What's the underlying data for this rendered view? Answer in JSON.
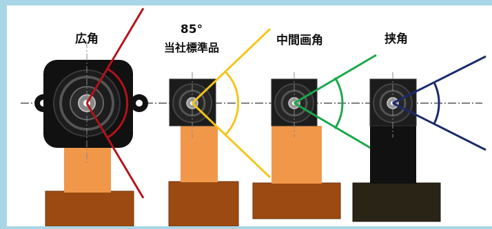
{
  "labels": {
    "wide": "広角",
    "standard_angle": "85°",
    "standard_name": "当社標準品",
    "medium": "中間画角",
    "narrow": "挟角"
  },
  "colors": {
    "background": "#a9d6e6",
    "panel": "#ffffff",
    "wide_line": "#b5121b",
    "standard_line": "#f5c518",
    "medium_line": "#1aa84a",
    "narrow_line": "#1b2a6b",
    "pcb_orange": "#f0974a",
    "base_brown": "#9c4a12",
    "module_black": "#1c1c1c",
    "narrow_base": "#2a2417"
  }
}
